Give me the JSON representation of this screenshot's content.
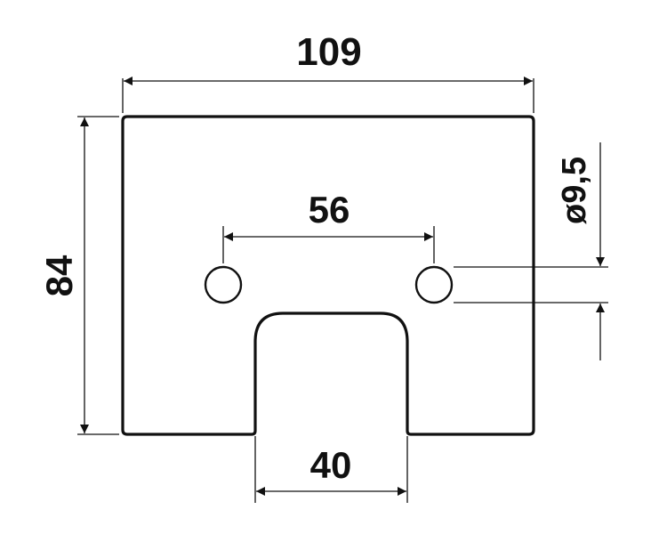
{
  "drawing": {
    "dimensions": {
      "overall_width": "109",
      "hole_spacing": "56",
      "slot_width": "40",
      "overall_height": "84",
      "hole_diameter": "ø9,5"
    }
  },
  "colors": {
    "line": "#111111",
    "background": "#ffffff"
  }
}
